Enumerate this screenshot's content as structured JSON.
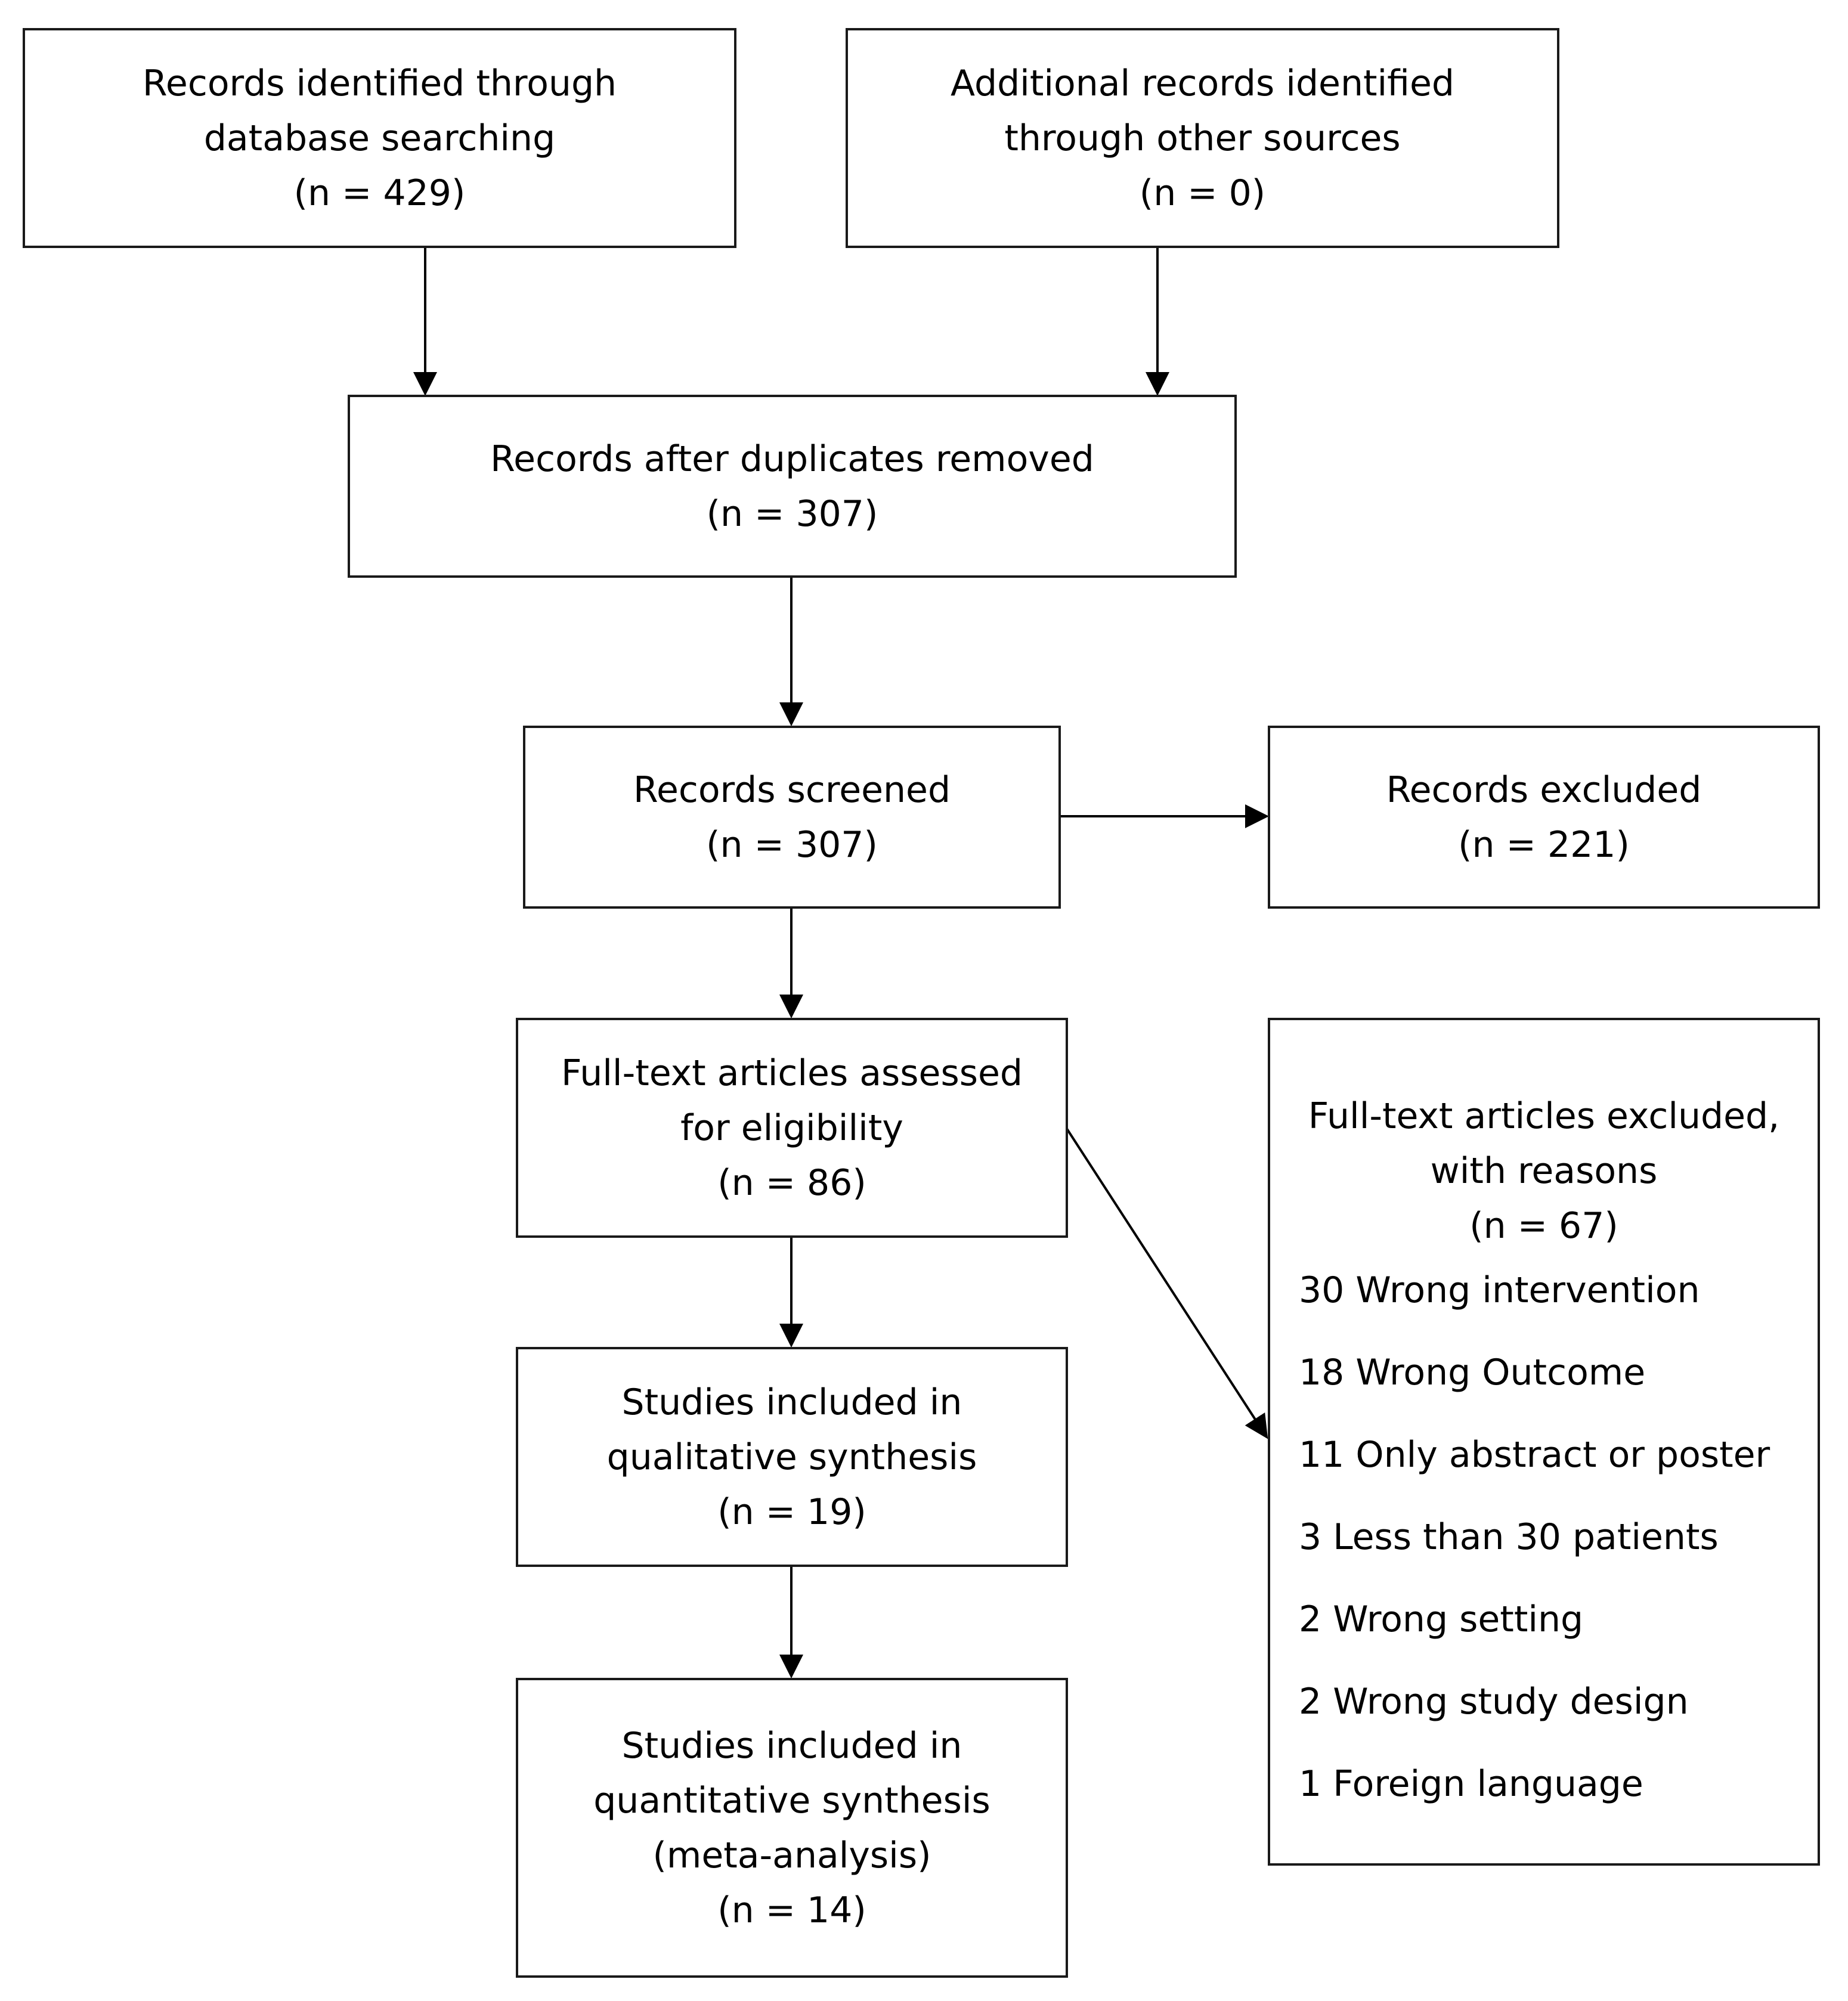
{
  "boxes": {
    "database": {
      "lines": [
        "Records identified through",
        "database searching",
        "(n = 429)"
      ]
    },
    "other_sources": {
      "lines": [
        "Additional records identified",
        "through other sources",
        "(n = 0)"
      ]
    },
    "after_duplicates": {
      "lines": [
        "Records after duplicates removed",
        "(n = 307)"
      ]
    },
    "screened": {
      "lines": [
        "Records screened",
        "(n = 307)"
      ]
    },
    "excluded": {
      "lines": [
        "Records excluded",
        "(n = 221)"
      ]
    },
    "full_text": {
      "lines": [
        "Full-text articles assessed",
        "for eligibility",
        "(n = 86)"
      ]
    },
    "qualitative": {
      "lines": [
        "Studies included in",
        "qualitative synthesis",
        "(n = 19)"
      ]
    },
    "quantitative": {
      "lines": [
        "Studies included in",
        "quantitative synthesis",
        "(meta-analysis)",
        "(n = 14)"
      ]
    },
    "full_text_excluded": {
      "lines": [
        "Full-text articles excluded,",
        "with reasons",
        "(n = 67)"
      ],
      "reasons": [
        "30 Wrong intervention",
        "18 Wrong Outcome",
        "11 Only abstract or poster",
        "3 Less than 30 patients",
        "2 Wrong setting",
        "2 Wrong study design",
        "1 Foreign language"
      ]
    }
  },
  "colors": {
    "border": "#1a1a1a",
    "arrow": "#000000",
    "background": "#ffffff"
  }
}
